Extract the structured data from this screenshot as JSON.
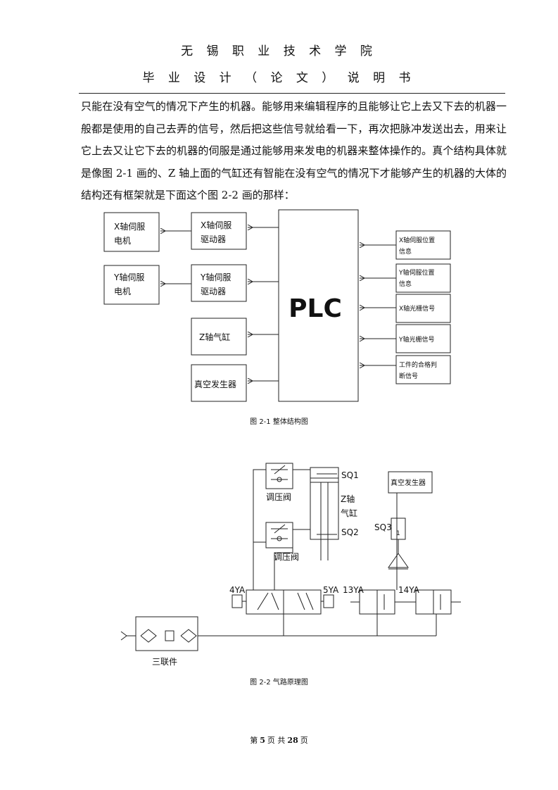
{
  "header": {
    "school": "无 锡 职 业 技 术 学 院",
    "doc_title": "毕 业 设 计 （ 论 文 ） 说 明 书"
  },
  "paragraphs": [
    "只能在没有空气的情况下产生的机器。能够用来编辑程序的且能够让它上去又下去的机器一般都是使用的自己去弄的信号，然后把这些信号就给看一下，再次把脉冲发送出去，用来让它上去又让它下去的机器的伺服是通过能够用来发电的机器来整体操作的。真个结构具体就是像图 2-1 画的、Z 轴上面的气缸还有智能在没有空气的情况下才能够产生的机器的大体的结构还有框架就是下面这个图 2-2 画的那样："
  ],
  "figure1": {
    "plc": "PLC",
    "left_outputs": [
      "X轴伺服电机",
      "Y轴伺服电机"
    ],
    "left_drivers": [
      "X轴伺服驱动器",
      "Y轴伺服驱动器",
      "Z轴气缸",
      "真空发生器"
    ],
    "right_inputs": [
      "X轴伺服位置信息",
      "Y轴伺服位置信息",
      "X轴光栅信号",
      "Y轴光栅信号",
      "工件的合格判断信号"
    ],
    "caption": "图 2-1 整体结构图"
  },
  "figure2": {
    "valve_left_top": "调压阀",
    "valve_left_bottom": "调压阀",
    "sq1": "SQ1",
    "sq2": "SQ2",
    "sq3": "SQ3",
    "z_cylinder_1": "Z轴",
    "z_cylinder_2": "气缸",
    "vacuum": "真空发生器",
    "ya4": "4YA",
    "ya5": "5YA",
    "ya13": "13YA",
    "ya14": "14YA",
    "frl": "三联件",
    "switch_mark": "1",
    "caption": "图 2-2 气路原理图"
  },
  "footer": {
    "prefix": "第",
    "page": "5",
    "mid": "页 共",
    "total": "28",
    "suffix": "页"
  }
}
